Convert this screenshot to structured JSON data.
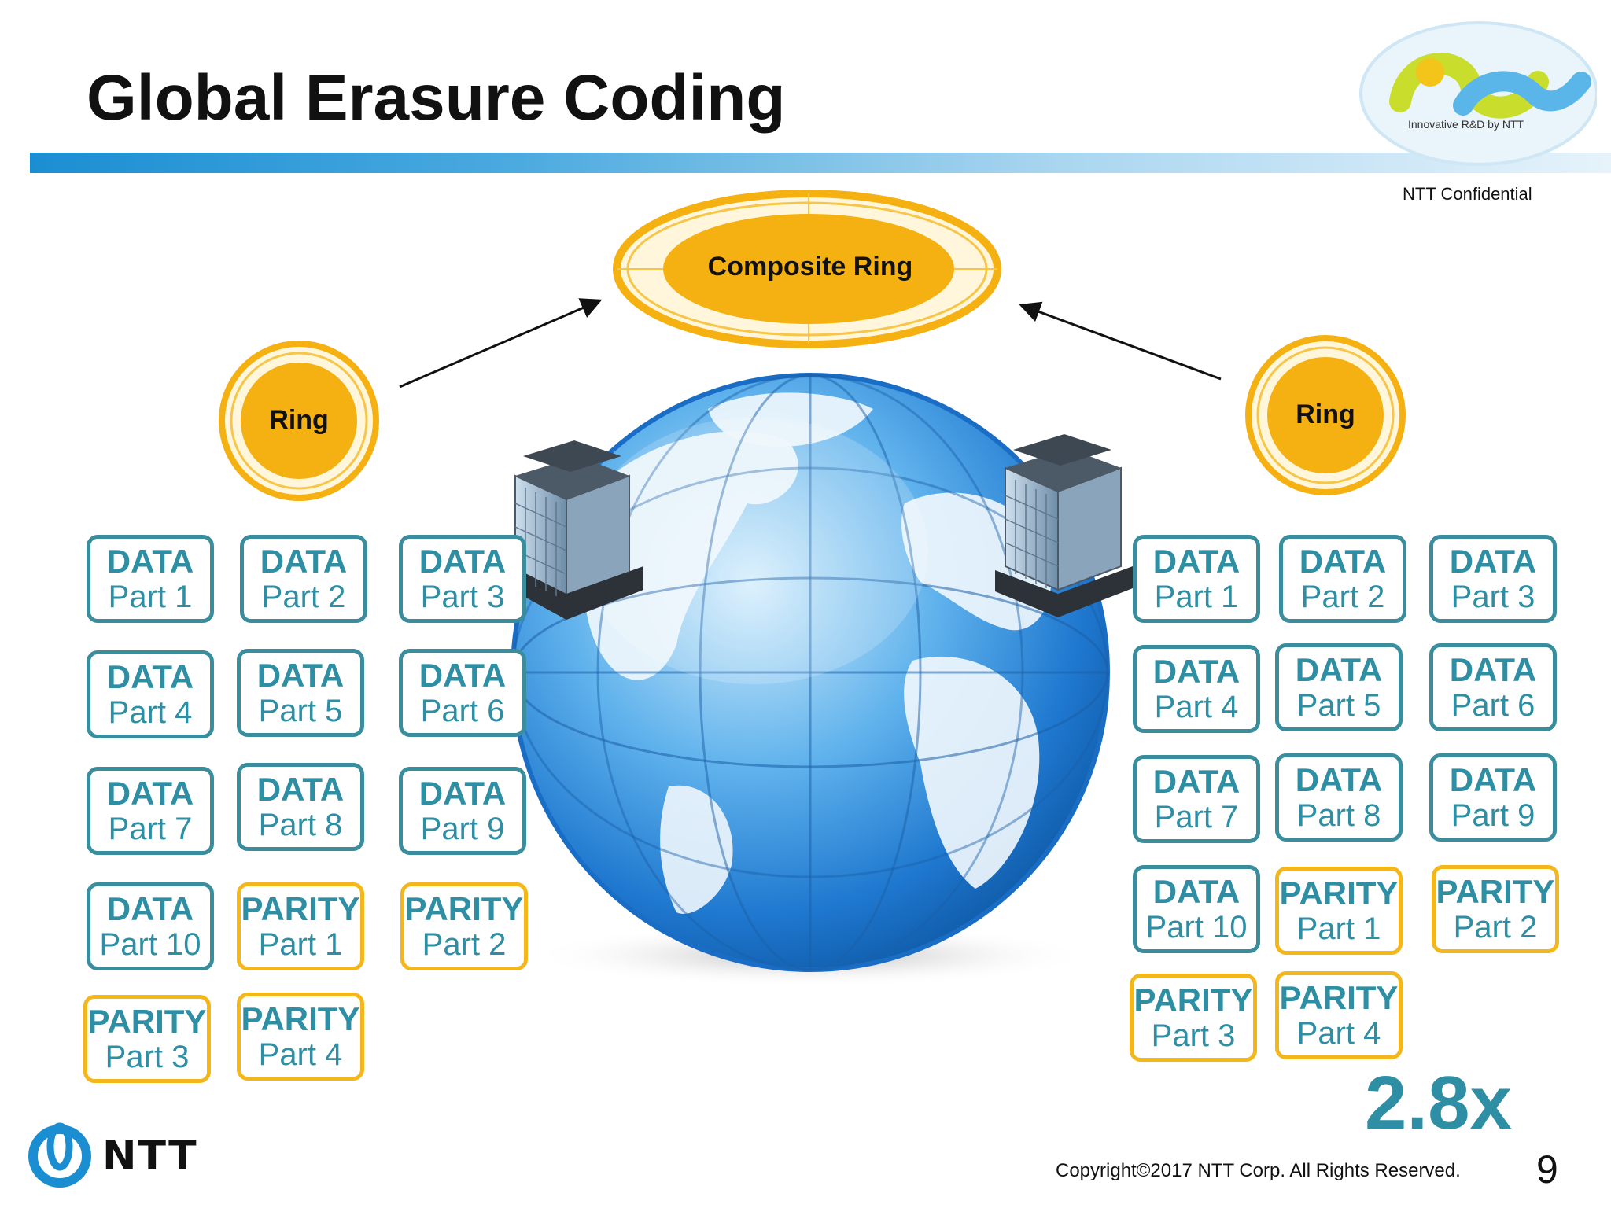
{
  "slide": {
    "title": "Global Erasure Coding",
    "confidential": "NTT Confidential",
    "logo_caption": "Innovative R&D by NTT",
    "copyright": "Copyright©2017  NTT Corp. All Rights Reserved.",
    "page_number": "9",
    "company": "NTT",
    "ratio": "2.8x"
  },
  "rings": {
    "composite": "Composite Ring",
    "left": "Ring",
    "right": "Ring"
  },
  "left_blocks": [
    {
      "type": "DATA",
      "part": "Part 1"
    },
    {
      "type": "DATA",
      "part": "Part 2"
    },
    {
      "type": "DATA",
      "part": "Part 3"
    },
    {
      "type": "DATA",
      "part": "Part 4"
    },
    {
      "type": "DATA",
      "part": "Part 5"
    },
    {
      "type": "DATA",
      "part": "Part 6"
    },
    {
      "type": "DATA",
      "part": "Part 7"
    },
    {
      "type": "DATA",
      "part": "Part 8"
    },
    {
      "type": "DATA",
      "part": "Part 9"
    },
    {
      "type": "DATA",
      "part": "Part 10"
    },
    {
      "type": "PARITY",
      "part": "Part 1"
    },
    {
      "type": "PARITY",
      "part": "Part 2"
    },
    {
      "type": "PARITY",
      "part": "Part 3"
    },
    {
      "type": "PARITY",
      "part": "Part 4"
    }
  ],
  "right_blocks": [
    {
      "type": "DATA",
      "part": "Part 1"
    },
    {
      "type": "DATA",
      "part": "Part 2"
    },
    {
      "type": "DATA",
      "part": "Part 3"
    },
    {
      "type": "DATA",
      "part": "Part 4"
    },
    {
      "type": "DATA",
      "part": "Part 5"
    },
    {
      "type": "DATA",
      "part": "Part 6"
    },
    {
      "type": "DATA",
      "part": "Part 7"
    },
    {
      "type": "DATA",
      "part": "Part 8"
    },
    {
      "type": "DATA",
      "part": "Part 9"
    },
    {
      "type": "DATA",
      "part": "Part 10"
    },
    {
      "type": "PARITY",
      "part": "Part 1"
    },
    {
      "type": "PARITY",
      "part": "Part 2"
    },
    {
      "type": "PARITY",
      "part": "Part 3"
    },
    {
      "type": "PARITY",
      "part": "Part 4"
    }
  ],
  "colors": {
    "data_border": "#3a8d9c",
    "parity_border": "#f4b71b",
    "text_teal": "#2e8ea3",
    "ring_fill": "#f5b012",
    "header_blue": "#1b8ed2"
  }
}
